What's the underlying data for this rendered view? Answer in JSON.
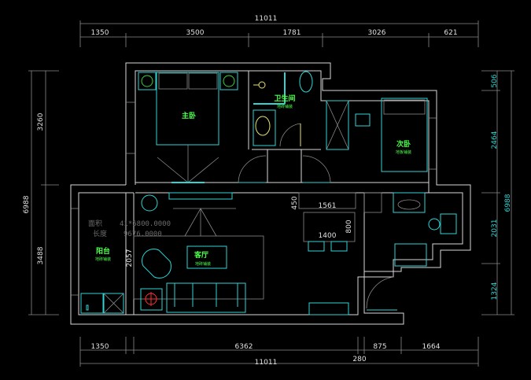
{
  "dimensions": {
    "top_total": "11011",
    "top": [
      "1350",
      "3500",
      "1781",
      "3026",
      "621"
    ],
    "bottom": [
      "1350",
      "6362",
      "875",
      "1664"
    ],
    "bottom_total": "11011",
    "bottom_extra": "280",
    "left": [
      "3260",
      "6988",
      "3488"
    ],
    "right": [
      "506",
      "2464",
      "6988",
      "2031",
      "1324"
    ],
    "inner": {
      "d450": "450",
      "d1561": "1561",
      "d800": "800",
      "d1400": "1400",
      "d2057": "2057"
    }
  },
  "rooms": {
    "master_bedroom": {
      "label": "主卧"
    },
    "bathroom": {
      "label": "卫生间",
      "sub": "地砖铺装"
    },
    "second_bedroom": {
      "label": "次卧",
      "sub": "地板铺装"
    },
    "balcony": {
      "label": "阳台",
      "sub": "地砖铺装"
    },
    "living_room": {
      "label": "客厅",
      "sub": "地砖铺装"
    }
  },
  "info": {
    "area_label": "面积",
    "area_value": "41*6800.0000",
    "length_label": "长度",
    "length_value": "9676.0000"
  }
}
